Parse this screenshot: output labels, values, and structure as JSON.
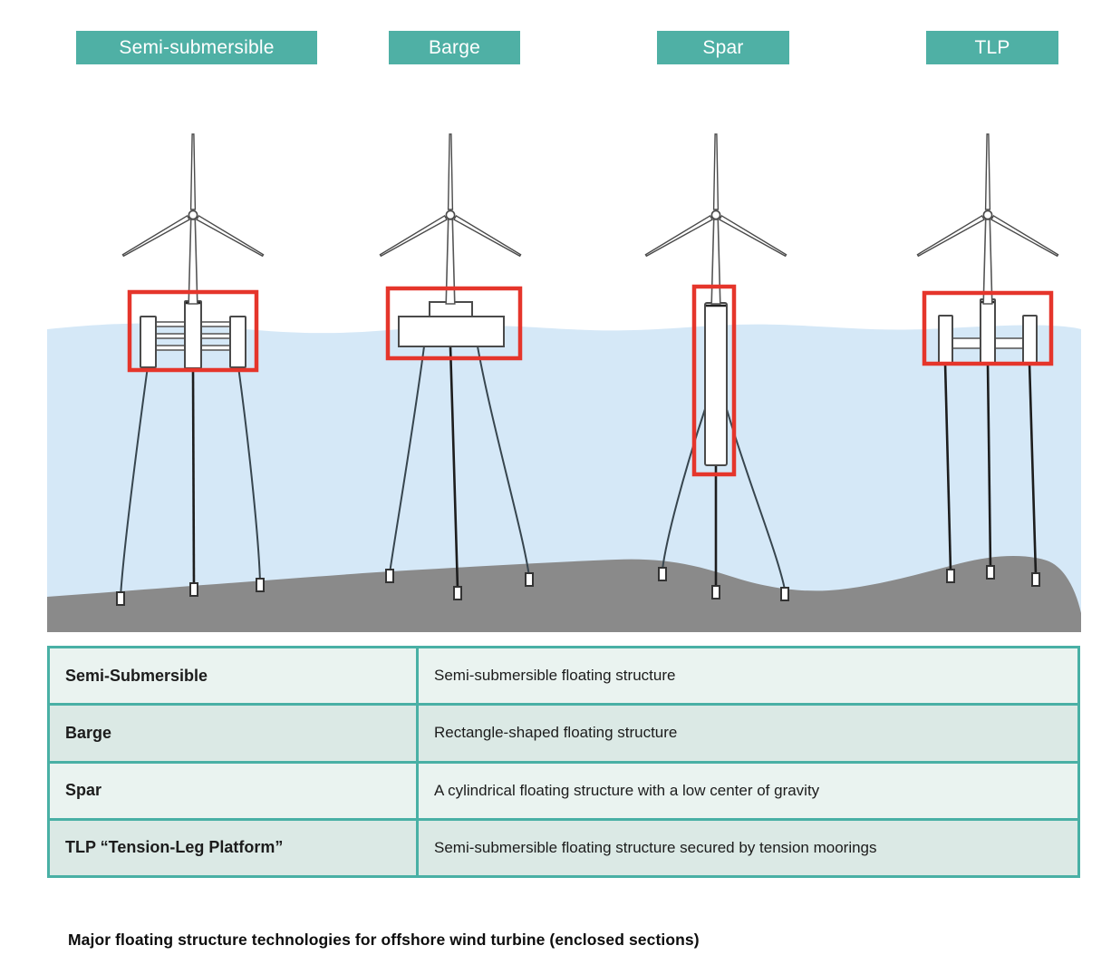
{
  "header_labels": [
    {
      "text": "Semi-submersible"
    },
    {
      "text": "Barge"
    },
    {
      "text": "Spar"
    },
    {
      "text": "TLP"
    }
  ],
  "table": {
    "rows": [
      {
        "term": "Semi-Submersible",
        "description": "Semi-submersible floating structure"
      },
      {
        "term": "Barge",
        "description": "Rectangle-shaped floating structure"
      },
      {
        "term": "Spar",
        "description": "A cylindrical floating structure with a low center of gravity"
      },
      {
        "term": "TLP “Tension-Leg Platform”",
        "description": "Semi-submersible floating structure secured by tension moorings"
      }
    ]
  },
  "caption": "Major floating structure technologies for offshore wind turbine (enclosed sections)",
  "colors": {
    "label_teal": "#4fb0a5",
    "table_border_teal": "#49b0a5",
    "water_blue": "#d5e8f7",
    "seabed_gray": "#8a8a8a",
    "highlight_red": "#e5352b",
    "row_light": "#eaf3f0",
    "row_dark": "#dbe9e5"
  }
}
